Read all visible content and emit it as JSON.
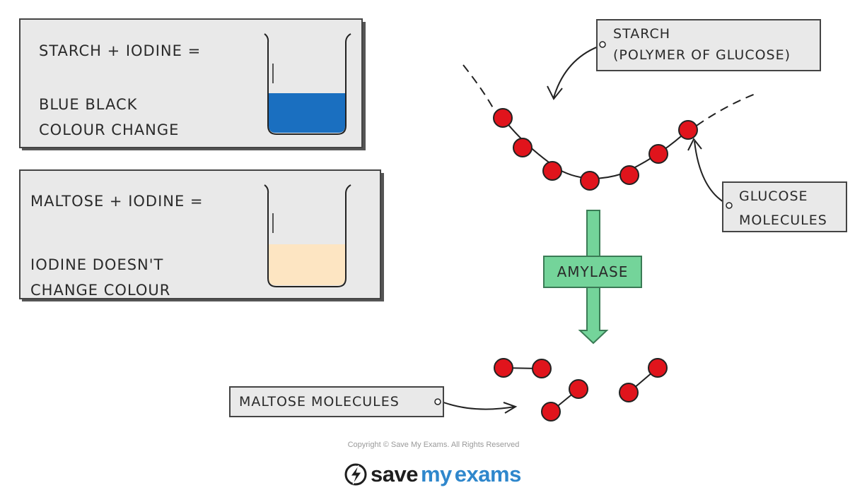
{
  "panels": {
    "starch_test": {
      "equation": "STARCH + IODINE =",
      "result_line1": "BLUE  BLACK",
      "result_line2": "COLOUR  CHANGE",
      "liquid_color": "#1a6fc0"
    },
    "maltose_test": {
      "equation": "MALTOSE + IODINE =",
      "result_line1": "IODINE  DOESN'T",
      "result_line2": "CHANGE  COLOUR",
      "liquid_color": "#fde5c2"
    }
  },
  "labels": {
    "starch_line1": "STARCH",
    "starch_line2": "(POLYMER  OF  GLUCOSE)",
    "glucose_line1": "GLUCOSE",
    "glucose_line2": "MOLECULES",
    "enzyme": "AMYLASE",
    "maltose": "MALTOSE  MOLECULES"
  },
  "colors": {
    "molecule": "#e0141c",
    "arrow_fill": "#74d49a",
    "panel_bg": "#e9e9e9"
  },
  "footer": {
    "copyright": "Copyright © Save My Exams. All Rights Reserved",
    "brand_word1": "save",
    "brand_word2": "my",
    "brand_word3": "exams"
  }
}
